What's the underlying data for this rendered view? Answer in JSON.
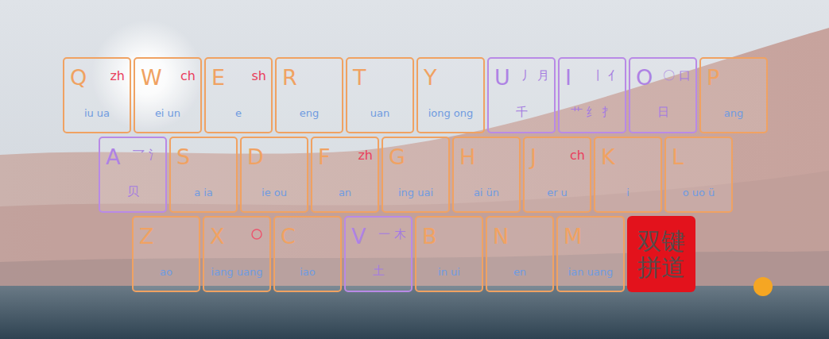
{
  "diagram": {
    "nodes": [
      {
        "text": [
          "Q",
          "zh",
          "iu ua"
        ]
      },
      {
        "text": [
          "W",
          "ch",
          "ei un"
        ]
      },
      {
        "text": [
          "E",
          "sh",
          "e"
        ]
      },
      {
        "text": [
          "R",
          "eng"
        ]
      },
      {
        "text": [
          "T",
          "uan"
        ]
      },
      {
        "text": [
          "Y",
          "iong ong"
        ]
      },
      {
        "text": [
          "U",
          "丿 月",
          "千"
        ]
      },
      {
        "text": [
          "I",
          "丨 亻",
          "艹 纟 扌"
        ]
      },
      {
        "text": [
          "O",
          "〇 口",
          "日"
        ]
      },
      {
        "text": [
          "P",
          "ang"
        ]
      },
      {
        "text": [
          "A",
          "乛 氵",
          "贝"
        ]
      },
      {
        "text": [
          "S",
          "a ia"
        ]
      },
      {
        "text": [
          "D",
          "ie ou"
        ]
      },
      {
        "text": [
          "F",
          "zh",
          "an"
        ]
      },
      {
        "text": [
          "G",
          "ing uai"
        ]
      },
      {
        "text": [
          "H",
          "ai ün"
        ]
      },
      {
        "text": [
          "J",
          "ch",
          "er u"
        ]
      },
      {
        "text": [
          "K",
          "i"
        ]
      },
      {
        "text": [
          "L",
          "o uo ü"
        ]
      },
      {
        "text": [
          "Z",
          "ao"
        ]
      },
      {
        "text": [
          "X",
          "iang uang"
        ]
      },
      {
        "text": [
          "C",
          "iao"
        ]
      },
      {
        "text": [
          "V",
          "一 木",
          "土"
        ]
      },
      {
        "text": [
          "B",
          "in ui"
        ]
      },
      {
        "text": [
          "N",
          "en"
        ]
      },
      {
        "text": [
          "M",
          "ian uang"
        ]
      },
      {
        "text": [
          "双键拼道"
        ]
      }
    ]
  }
}
